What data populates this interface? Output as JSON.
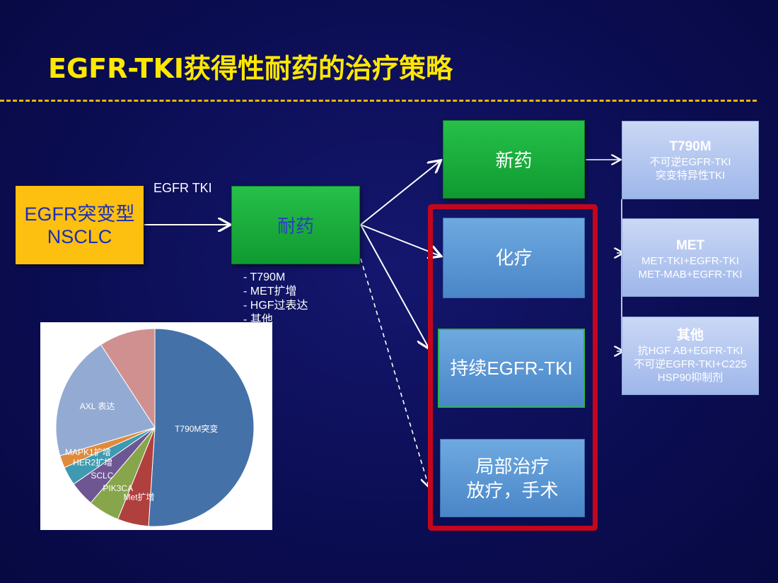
{
  "title": "EGFR-TKI获得性耐药的治疗策略",
  "colors": {
    "background": "#0b0d52",
    "title": "#ffe800",
    "egfr_box": "#fdbf10",
    "green": "#1aaa3c",
    "blue": "#5a96d6",
    "red_frame": "#c4061c",
    "right_box": "#b7c9f0"
  },
  "flow": {
    "egfr_box": "EGFR突变型\nNSCLC",
    "arrow_label": "EGFR TKI",
    "resistance": "耐药",
    "mechanisms": [
      "- T790M",
      "- MET扩增",
      "- HGF过表达",
      "- 其他"
    ],
    "new_drug": "新药",
    "chemo": "化疗",
    "continue_tki": "持续EGFR-TKI",
    "local": "局部治疗\n放疗，手术"
  },
  "right_boxes": [
    {
      "title": "T790M",
      "lines": [
        "不可逆EGFR-TKI",
        "突变特异性TKI"
      ]
    },
    {
      "title": "MET",
      "lines": [
        "MET-TKI+EGFR-TKI",
        "MET-MAB+EGFR-TKI"
      ]
    },
    {
      "title": "其他",
      "lines": [
        "抗HGF AB+EGFR-TKI",
        "不可逆EGFR-TKI+C225",
        "HSP90抑制剂"
      ]
    }
  ],
  "chart_data": {
    "type": "pie",
    "labels": [
      "T790M突变",
      "Met扩增",
      "PIK3CA",
      "SCLC",
      "HER2扩增",
      "MAPK1扩增",
      "AXL 表达",
      ""
    ],
    "values": [
      50,
      5,
      5,
      4,
      3,
      2,
      20,
      9
    ],
    "colors": [
      "#4471a8",
      "#b0403e",
      "#87a54b",
      "#6e5693",
      "#3e9ab0",
      "#e08a3c",
      "#93abd2",
      "#d09090"
    ]
  }
}
